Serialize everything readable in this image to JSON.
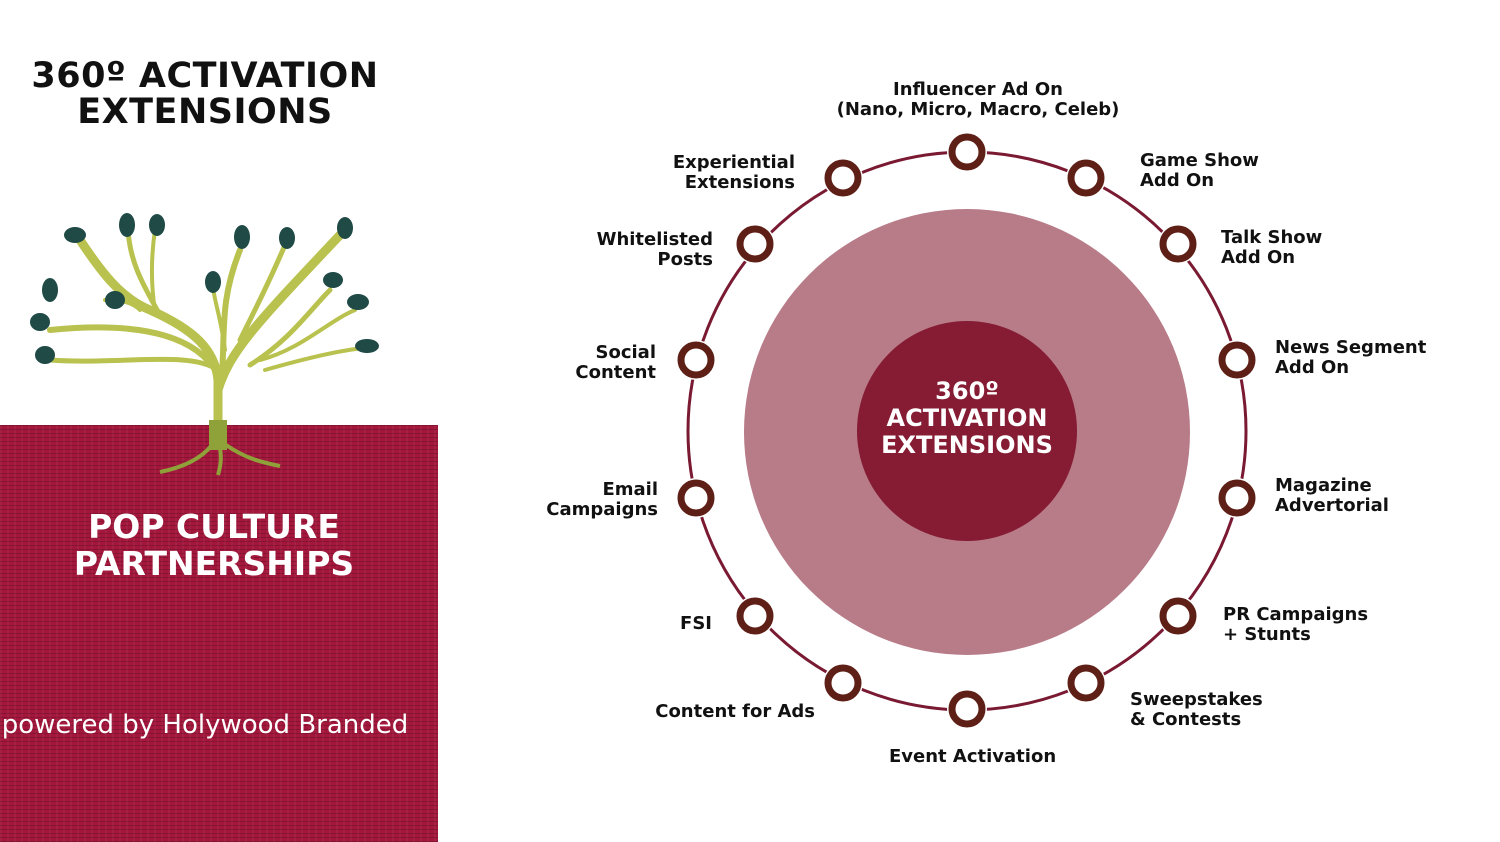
{
  "title": "360º ACTIVATION EXTENSIONS",
  "panel": {
    "title": "POP CULTURE PARTNERSHIPS",
    "powered_by": "powered by Holywood Branded"
  },
  "center": {
    "label": "360º ACTIVATION EXTENSIONS"
  },
  "nodes": [
    {
      "label": "Influencer Ad On\n(Nano, Micro, Macro, Celeb)"
    },
    {
      "label": "Game Show\nAdd On"
    },
    {
      "label": "Talk Show\nAdd On"
    },
    {
      "label": "News Segment\nAdd On"
    },
    {
      "label": "Magazine\nAdvertorial"
    },
    {
      "label": "PR Campaigns\n+ Stunts"
    },
    {
      "label": "Sweepstakes\n& Contests"
    },
    {
      "label": "Event Activation"
    },
    {
      "label": "Content for Ads"
    },
    {
      "label": "FSI"
    },
    {
      "label": "Email\nCampaigns"
    },
    {
      "label": "Social\nContent"
    },
    {
      "label": "Whitelisted\nPosts"
    },
    {
      "label": "Experiential\nExtensions"
    }
  ],
  "colors": {
    "panel": "#a3173c",
    "outer_circle": "#b87b88",
    "inner_circle": "#851c33",
    "ring": "#7a1a32",
    "node": "#5e1f16",
    "leaf": "#1f4a45",
    "branch": "#b9c24e"
  }
}
